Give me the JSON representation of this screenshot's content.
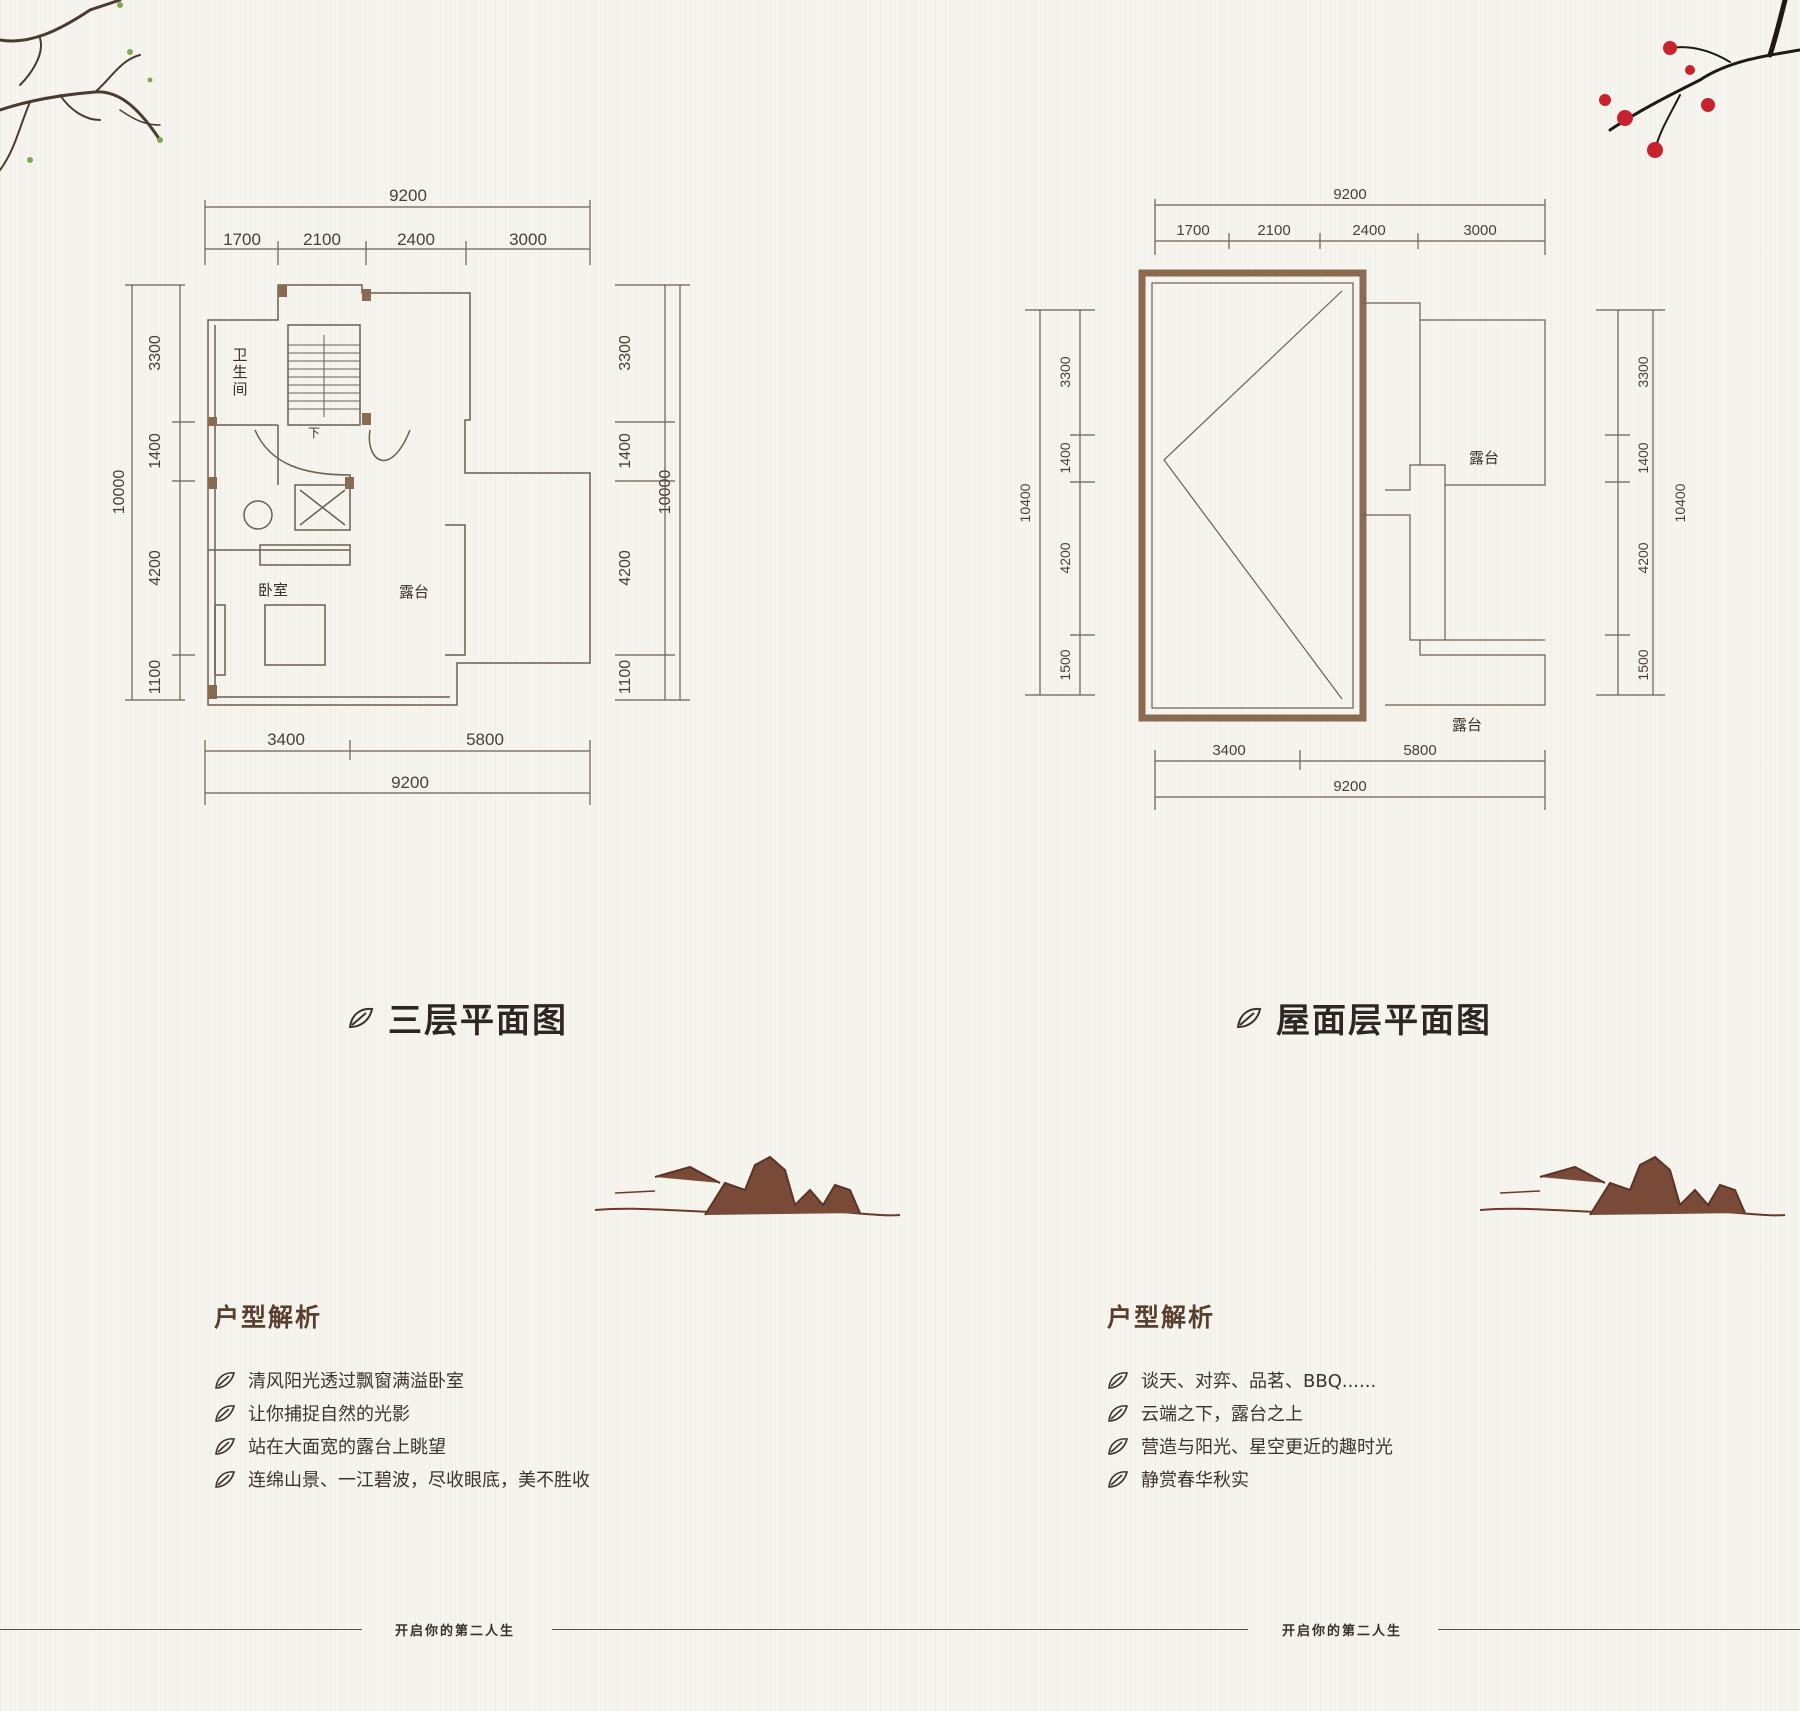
{
  "palette": {
    "line": "#6b5f52",
    "wall": "#8b6a52",
    "accent": "#5a3e2e",
    "blossom": "#c8232c"
  },
  "plans": [
    {
      "title": "三层平面图",
      "top_dims": {
        "total": "9200",
        "segments": [
          "1700",
          "2100",
          "2400",
          "3000"
        ]
      },
      "bottom_dims": {
        "total": "9200",
        "segments": [
          "3400",
          "5800"
        ]
      },
      "left_dims": {
        "total": "10000",
        "segments": [
          "3300",
          "1400",
          "4200",
          "1100"
        ]
      },
      "right_dims": {
        "total": "10000",
        "segments": [
          "3300",
          "1400",
          "4200",
          "1100"
        ]
      },
      "rooms": {
        "bath": "卫生间",
        "bath_chars": [
          "卫",
          "生",
          "间"
        ],
        "bedroom": "卧室",
        "terrace": "露台",
        "stair_down": "下"
      }
    },
    {
      "title": "屋面层平面图",
      "top_dims": {
        "total": "9200",
        "segments": [
          "1700",
          "2100",
          "2400",
          "3000"
        ]
      },
      "bottom_dims": {
        "total": "9200",
        "segments": [
          "3400",
          "5800"
        ]
      },
      "left_dims": {
        "total": "10400",
        "segments": [
          "3300",
          "1400",
          "4200",
          "1500"
        ]
      },
      "right_dims": {
        "total": "10400",
        "segments": [
          "3300",
          "1400",
          "4200",
          "1500"
        ]
      },
      "rooms": {
        "terrace_top": "露台",
        "terrace_bottom": "露台"
      }
    }
  ],
  "analysis": [
    {
      "title": "户型解析",
      "points": [
        "清风阳光透过飘窗满溢卧室",
        "让你捕捉自然的光影",
        "站在大面宽的露台上眺望",
        "连绵山景、一江碧波，尽收眼底，美不胜收"
      ]
    },
    {
      "title": "户型解析",
      "points": [
        "谈天、对弈、品茗、BBQ......",
        "云端之下，露台之上",
        "营造与阳光、星空更近的趣时光",
        "静赏春华秋实"
      ]
    }
  ],
  "footer": {
    "slogan": "开启你的第二人生"
  }
}
